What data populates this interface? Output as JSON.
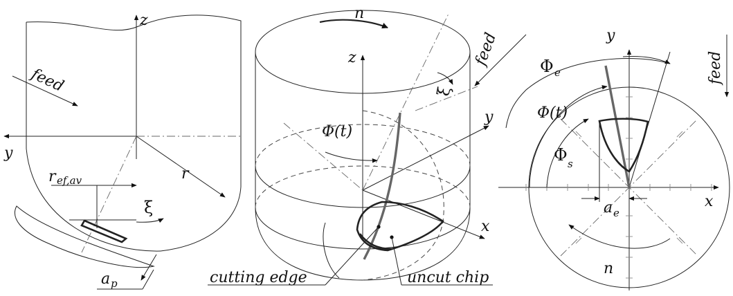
{
  "left_view": {
    "z_label": "z",
    "y_label": "y",
    "feed_label": "feed",
    "r_label": "r",
    "ref_main": "r",
    "ref_sub": "ef,av",
    "xi_label": "ξ",
    "ap_main": "a",
    "ap_sub": "p"
  },
  "center_view": {
    "n_label": "n",
    "z_label": "z",
    "feed_label": "feed",
    "xi_label": "ξ",
    "y_label": "y",
    "x_label": "x",
    "phi_t_label": "Φ(t)",
    "cutting_edge_label": "cutting edge",
    "uncut_chip_label": "uncut chip"
  },
  "right_view": {
    "y_label": "y",
    "x_label": "x",
    "feed_label": "feed",
    "phi_e_main": "Φ",
    "phi_e_sub": "e",
    "phi_t_label": "Φ(t)",
    "phi_s_main": "Φ",
    "phi_s_sub": "s",
    "ae_main": "a",
    "ae_sub": "e",
    "n_label": "n"
  },
  "colors": {
    "line": "#222222",
    "construction": "#666666",
    "cutting_edge": "#666666"
  }
}
